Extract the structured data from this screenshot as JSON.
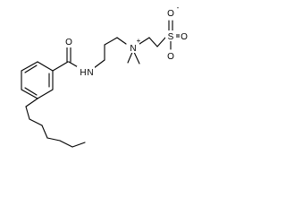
{
  "structure": {
    "atoms": {
      "carbonyl_oxygen": "O",
      "amide_nitrogen": "N",
      "amide_hydrogen": "H",
      "ammonium_nitrogen": "N",
      "ammonium_charge": "+",
      "sulfonate_sulfur": "S",
      "sulfonate_oxygen_top": "O",
      "sulfonate_oxygen_right": "O",
      "sulfonate_oxygen_bottom": "O",
      "sulfonate_charge": "-"
    },
    "colors": {
      "bond": "#000000",
      "label": "#000000",
      "background": "#ffffff"
    }
  }
}
